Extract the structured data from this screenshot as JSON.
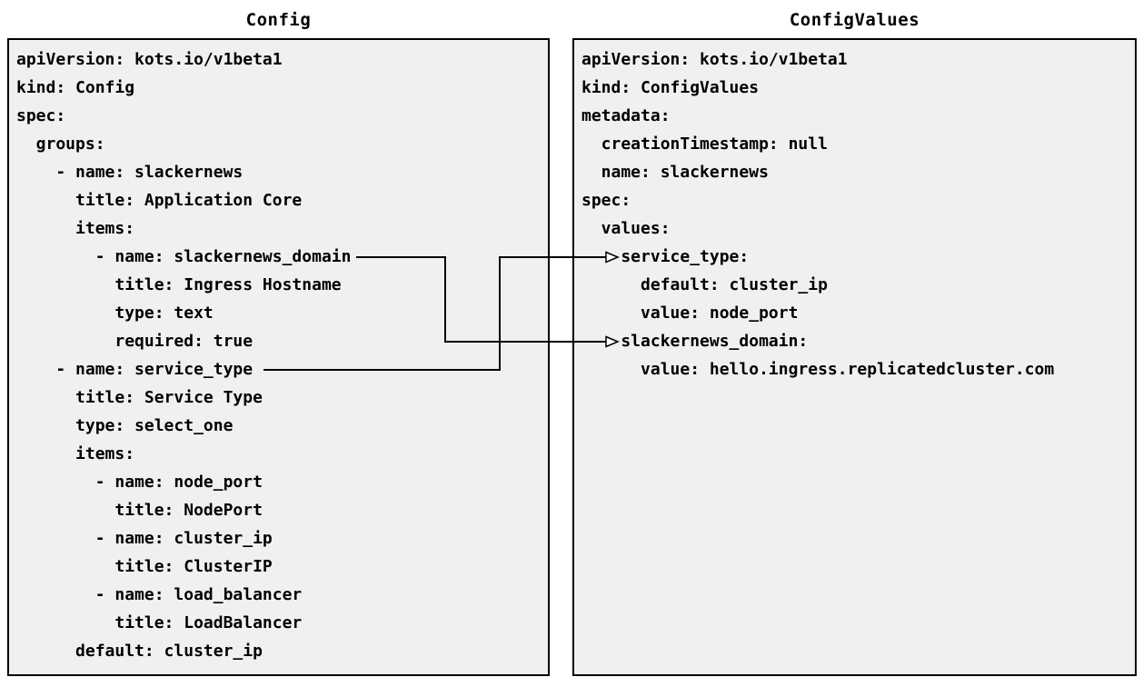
{
  "panels": {
    "config": {
      "title": "Config",
      "code_lines": [
        "apiVersion: kots.io/v1beta1",
        "kind: Config",
        "spec:",
        "  groups:",
        "    - name: slackernews",
        "      title: Application Core",
        "      items:",
        "        - name: slackernews_domain",
        "          title: Ingress Hostname",
        "          type: text",
        "          required: true",
        "    - name: service_type",
        "      title: Service Type",
        "      type: select_one",
        "      items:",
        "        - name: node_port",
        "          title: NodePort",
        "        - name: cluster_ip",
        "          title: ClusterIP",
        "        - name: load_balancer",
        "          title: LoadBalancer",
        "      default: cluster_ip"
      ]
    },
    "config_values": {
      "title": "ConfigValues",
      "code_lines": [
        "apiVersion: kots.io/v1beta1",
        "kind: ConfigValues",
        "metadata:",
        "  creationTimestamp: null",
        "  name: slackernews",
        "spec:",
        "  values:",
        "    service_type:",
        "      default: cluster_ip",
        "      value: node_port",
        "    slackernews_domain:",
        "      value: hello.ingress.replicatedcluster.com"
      ]
    }
  },
  "arrows": [
    {
      "from": "Config groups[0].items[0] name: slackernews_domain",
      "to": "ConfigValues spec.values.slackernews_domain"
    },
    {
      "from": "Config groups[1] name: service_type",
      "to": "ConfigValues spec.values.service_type"
    }
  ],
  "colors": {
    "panel_background": "#f0f0f0",
    "panel_border": "#000000",
    "text": "#000000",
    "arrow": "#000000"
  }
}
